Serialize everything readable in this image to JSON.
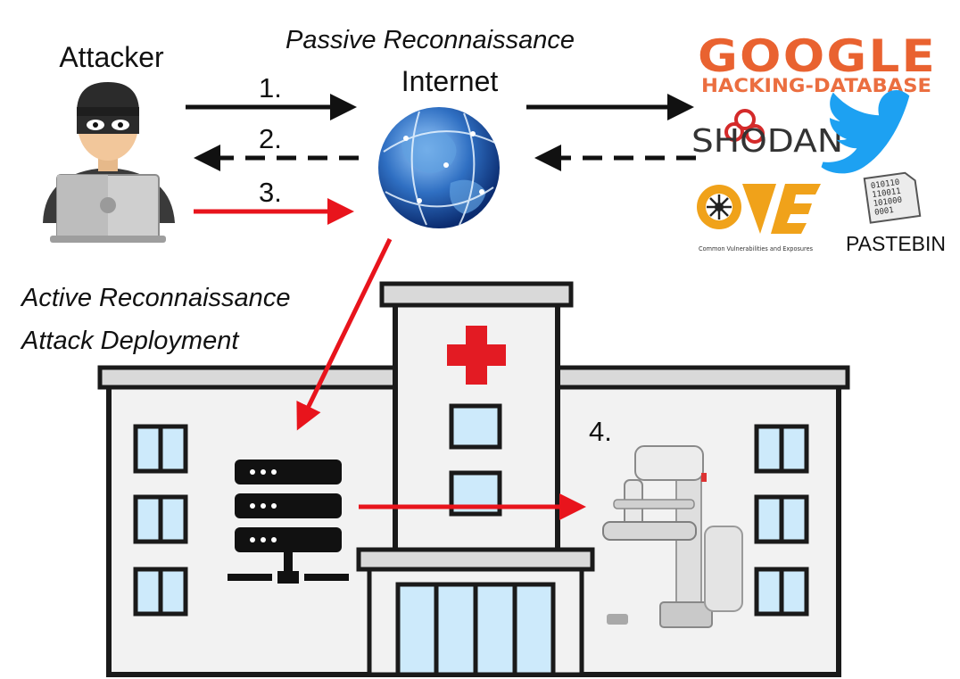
{
  "labels": {
    "attacker": "Attacker",
    "internet": "Internet",
    "passive": "Passive Reconnaissance",
    "active": "Active Reconnaissance",
    "deployment": "Attack Deployment"
  },
  "steps": {
    "s1": "1.",
    "s2": "2.",
    "s3": "3.",
    "s4": "4."
  },
  "sources": {
    "google_line1": "GOOGLE",
    "google_line2": "HACKING-DATABASE",
    "shodan": "SHODAN",
    "twitter": "Twitter",
    "cve": "CVE",
    "cve_caption": "Common Vulnerabilities and Exposures",
    "pastebin": "PASTEBIN",
    "pastebin_binary": [
      "010110",
      "110011",
      "101000",
      "0001"
    ]
  },
  "colors": {
    "attack_red": "#e8141c",
    "black": "#111111",
    "building_fill": "#f2f2f2",
    "building_outline": "#1a1a1a",
    "window_fill": "#cdeafb",
    "cross": "#e31b23",
    "google_orange": "#e8551f",
    "shodan_red": "#d42a2a",
    "twitter_blue": "#1da1f2",
    "cve_orange": "#f0a21a"
  },
  "icons": {
    "attacker": "hacker-laptop-icon",
    "internet": "globe-icon",
    "server": "server-rack-icon",
    "device": "mammography-machine-icon",
    "hospital": "hospital-building-icon"
  }
}
